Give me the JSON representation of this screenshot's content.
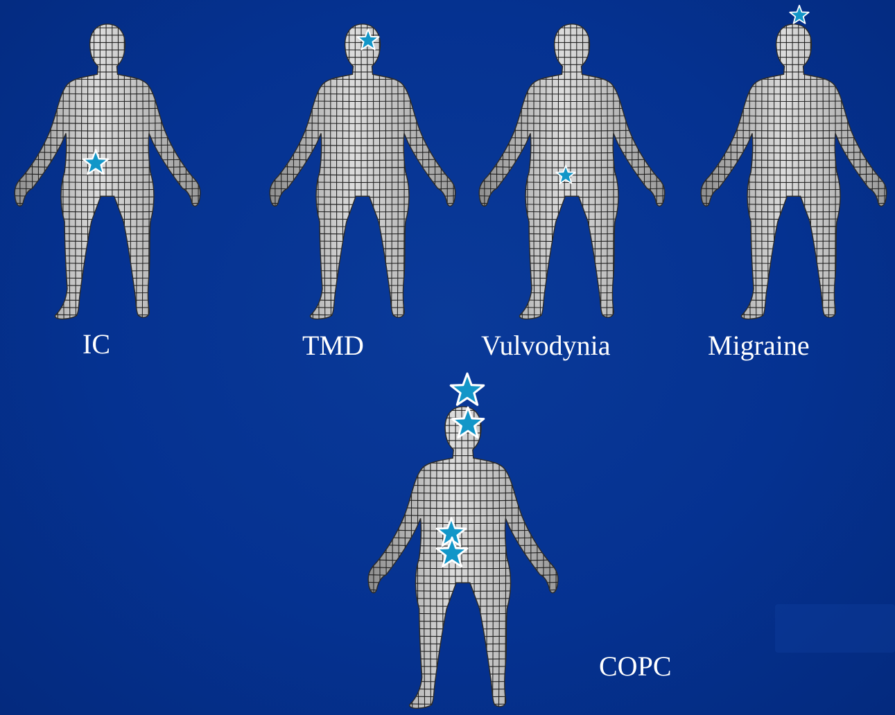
{
  "colors": {
    "background": "#05318c",
    "body_fill": "#bdbdbd",
    "mesh_line": "#1e1e1e",
    "star_fill": "#1296c8",
    "star_stroke": "#ffffff",
    "label_text": "#ffffff"
  },
  "figures": [
    {
      "id": "ic",
      "label": "IC",
      "star_sites": [
        "lower-abdomen"
      ]
    },
    {
      "id": "tmd",
      "label": "TMD",
      "star_sites": [
        "jaw"
      ]
    },
    {
      "id": "vulvodynia",
      "label": "Vulvodynia",
      "star_sites": [
        "pelvis"
      ]
    },
    {
      "id": "migraine",
      "label": "Migraine",
      "star_sites": [
        "head"
      ]
    },
    {
      "id": "copc",
      "label": "COPC",
      "star_sites": [
        "head",
        "jaw",
        "lower-abdomen",
        "pelvis"
      ]
    }
  ]
}
